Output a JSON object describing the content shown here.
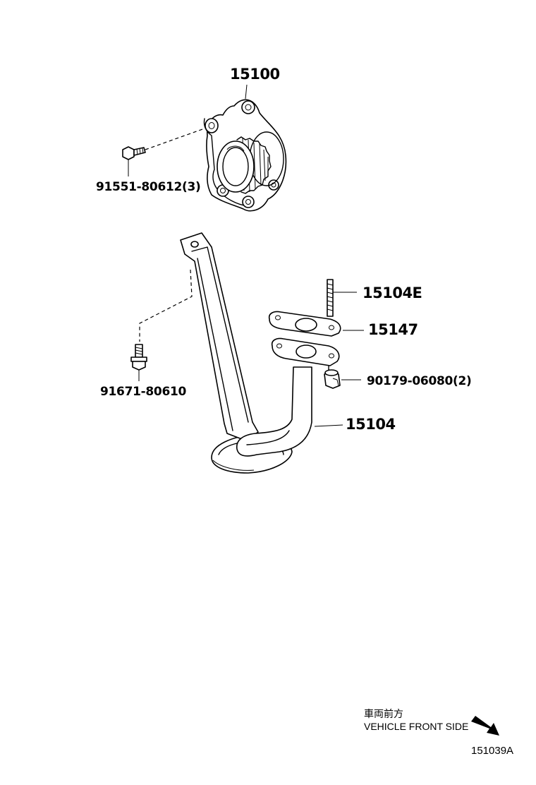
{
  "labels": {
    "oil_pump": "15100",
    "pump_bolt": "91551-80612(3)",
    "stud": "15104E",
    "gasket": "15147",
    "nut": "90179-06080(2)",
    "strainer": "15104",
    "strainer_bolt": "91671-80610"
  },
  "direction_note": {
    "japanese": "車両前方",
    "english": "VEHICLE FRONT SIDE"
  },
  "figure_id": "151039A",
  "icons": {
    "direction": "arrow-down-right-icon"
  }
}
